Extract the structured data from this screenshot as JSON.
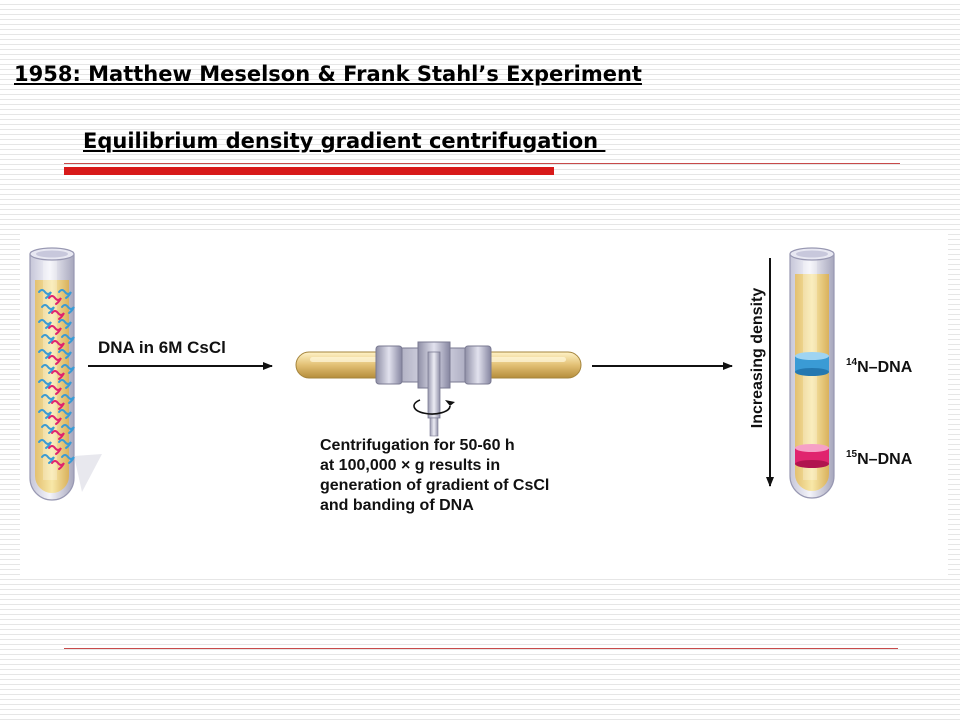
{
  "slide": {
    "title": "1958: Matthew Meselson & Frank Stahl’s Experiment",
    "subtitle": "Equilibrium density gradient centrifugation "
  },
  "figure": {
    "input_label": "DNA in 6M CsCl",
    "centrifugation_caption": [
      "Centrifugation for 50-60 h",
      "at 100,000 × g results in",
      "generation of gradient of CsCl",
      "and banding of DNA"
    ],
    "axis_label": "Increasing density",
    "band_light": {
      "superscript": "14",
      "label": "N–DNA"
    },
    "band_heavy": {
      "superscript": "15",
      "label": "N–DNA"
    }
  },
  "colors": {
    "accent_red": "#d81a1a",
    "rule_red": "#c84a4a",
    "light_dna": "#3a9bd5",
    "heavy_dna": "#e0246e",
    "tube_liquid": "#f3dc8c"
  }
}
